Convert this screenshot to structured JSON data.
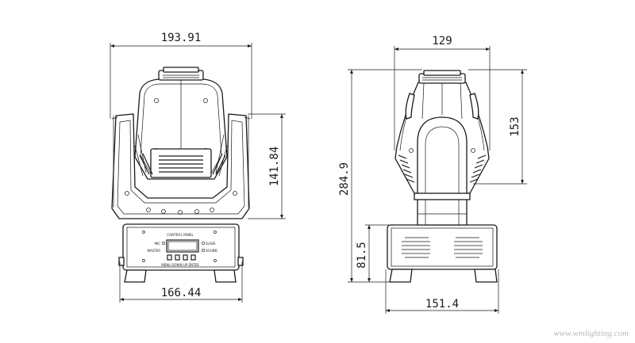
{
  "dimensions": {
    "front_top_width": "193.91",
    "front_head_height": "141.84",
    "front_base_width": "166.44",
    "side_top_width": "129",
    "side_head_height": "153",
    "side_total_height": "284.9",
    "side_base_height": "81.5",
    "side_base_width": "151.4"
  },
  "panel": {
    "title": "CONTROL PANEL",
    "left_top": "MIC",
    "left_bottom": "MASTER",
    "right_top": "SLAVE",
    "right_bottom": "SOUND",
    "bottom": "MENU DOWN UP ENTER"
  },
  "watermark": "www.wmlighting.com",
  "colors": {
    "line": "#1a1a1a",
    "background": "#ffffff"
  }
}
